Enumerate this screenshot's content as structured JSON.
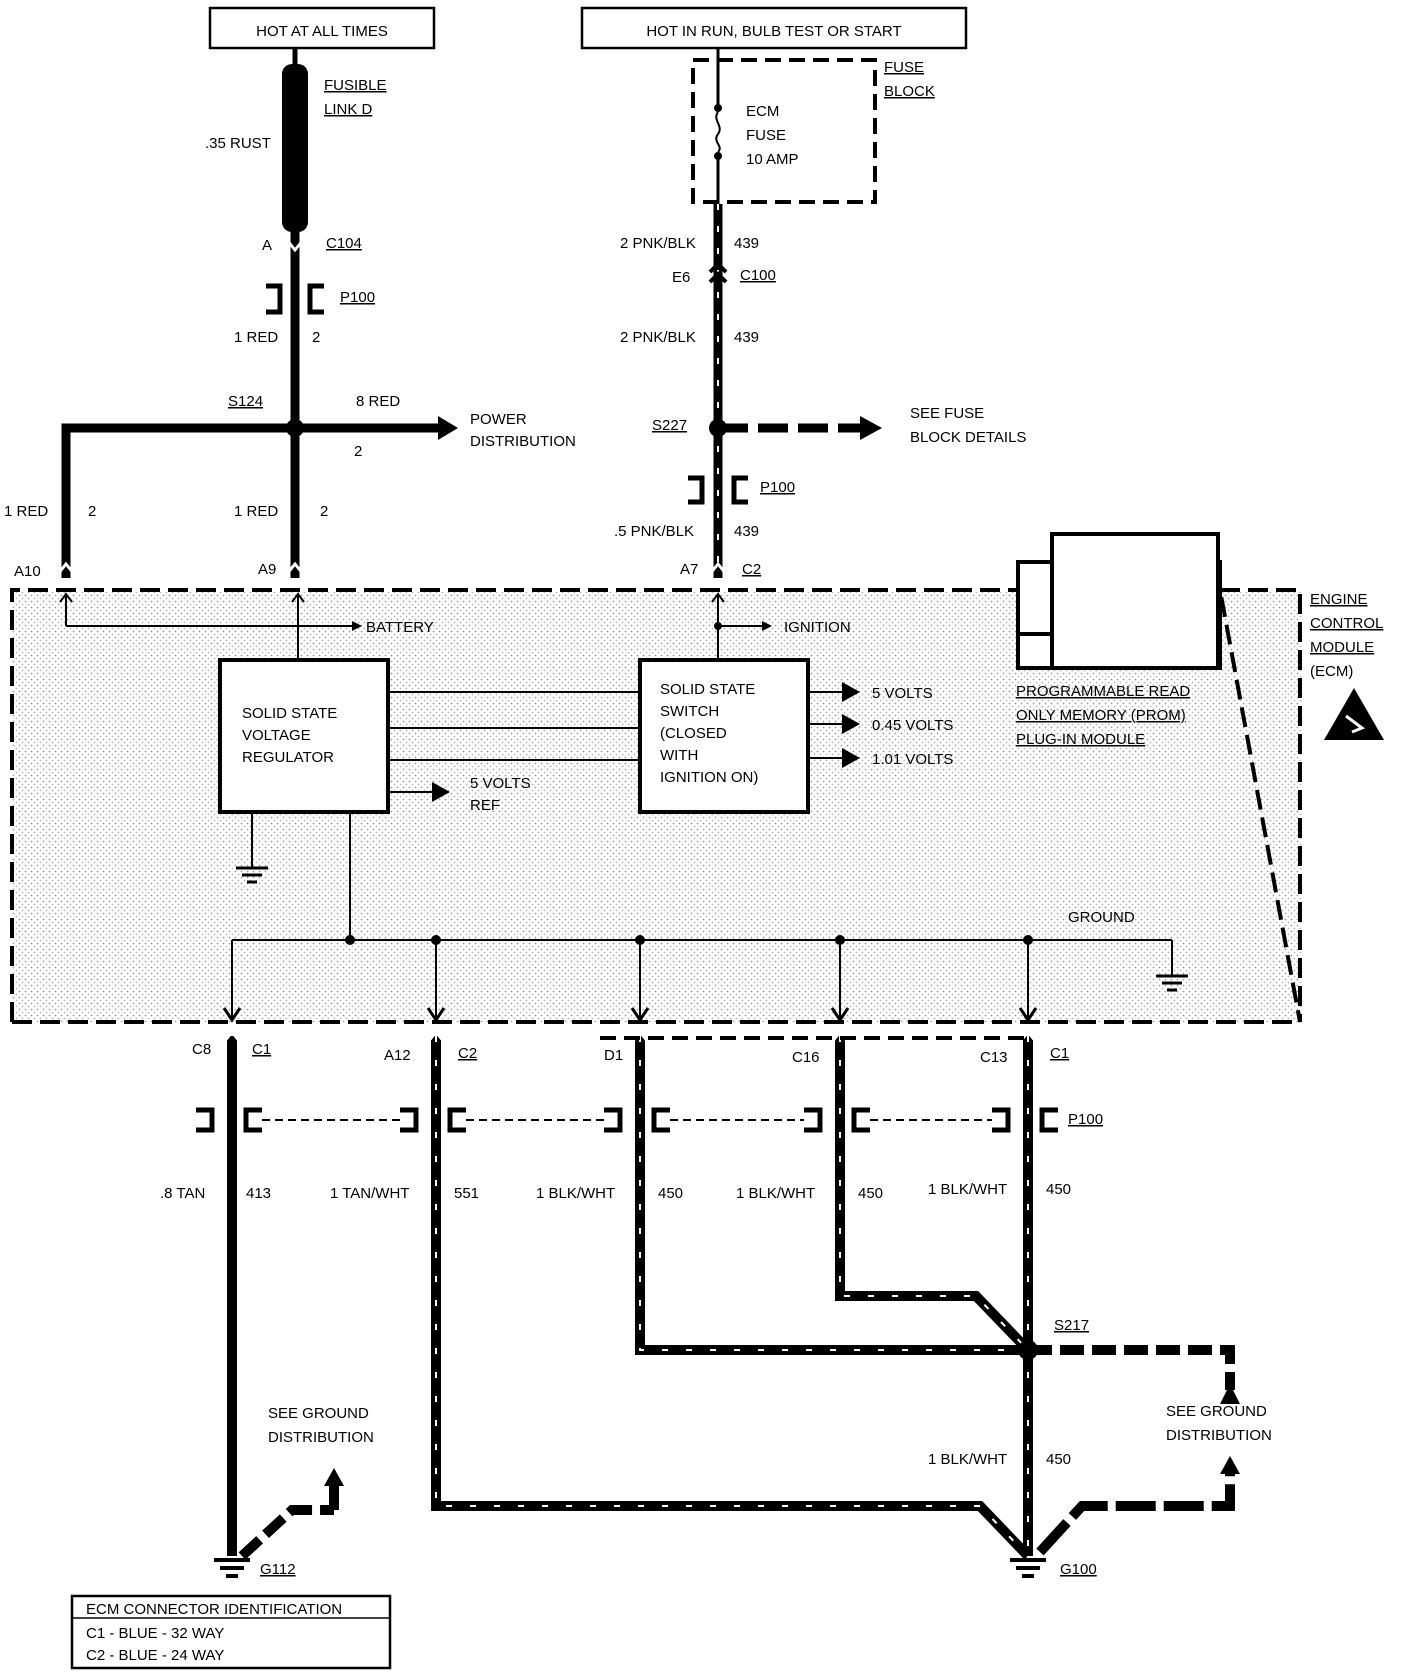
{
  "supply": {
    "hot_at_all_times": "HOT AT ALL TIMES",
    "hot_in_run": "HOT IN RUN, BULB TEST OR START"
  },
  "fusible_link": {
    "line1": "FUSIBLE",
    "line2": "LINK D",
    "wire": ".35 RUST"
  },
  "fuse_block": {
    "line1": "FUSE",
    "line2": "BLOCK",
    "fuse_line1": "ECM",
    "fuse_line2": "FUSE",
    "fuse_line3": "10 AMP"
  },
  "connectors": {
    "a": "A",
    "c104": "C104",
    "p100": "P100",
    "e6": "E6",
    "c100": "C100",
    "s124": "S124",
    "s227": "S227",
    "a10": "A10",
    "a9": "A9",
    "a7": "A7",
    "c2": "C2",
    "c8": "C8",
    "c1": "C1",
    "a12": "A12",
    "d1": "D1",
    "c16": "C16",
    "c13": "C13",
    "s217": "S217",
    "g112": "G112",
    "g100": "G100"
  },
  "wires": {
    "red": "1 RED",
    "red_ckt": "2",
    "red8": "8 RED",
    "pnkblk2": "2 PNK/BLK",
    "pnkblk05": ".5 PNK/BLK",
    "ckt439": "439",
    "tan": ".8 TAN",
    "ckt413": "413",
    "tanwht": "1 TAN/WHT",
    "ckt551": "551",
    "blkwht": "1 BLK/WHT",
    "ckt450": "450"
  },
  "power_distribution": {
    "line1": "POWER",
    "line2": "DISTRIBUTION"
  },
  "fuse_details": {
    "line1": "SEE FUSE",
    "line2": "BLOCK DETAILS"
  },
  "ecm": {
    "line1": "ENGINE",
    "line2": "CONTROL",
    "line3": "MODULE",
    "line4": "(ECM)",
    "battery": "BATTERY",
    "ignition": "IGNITION",
    "reg1": "SOLID STATE",
    "reg2": "VOLTAGE",
    "reg3": "REGULATOR",
    "ref1": "5 VOLTS",
    "ref2": "REF",
    "sw1": "SOLID STATE",
    "sw2": "SWITCH",
    "sw3": "(CLOSED",
    "sw4": "WITH",
    "sw5": "IGNITION  ON)",
    "v1": "5 VOLTS",
    "v2": "0.45 VOLTS",
    "v3": "1.01 VOLTS",
    "prom1": "PROGRAMMABLE READ",
    "prom2": "ONLY MEMORY (PROM)",
    "prom3": "PLUG-IN MODULE",
    "ground": "GROUND"
  },
  "ground_dist": {
    "line1": "SEE GROUND",
    "line2": "DISTRIBUTION"
  },
  "legend": {
    "title": "ECM CONNECTOR IDENTIFICATION",
    "row1": "C1 - BLUE - 32 WAY",
    "row2": "C2 - BLUE - 24 WAY"
  }
}
